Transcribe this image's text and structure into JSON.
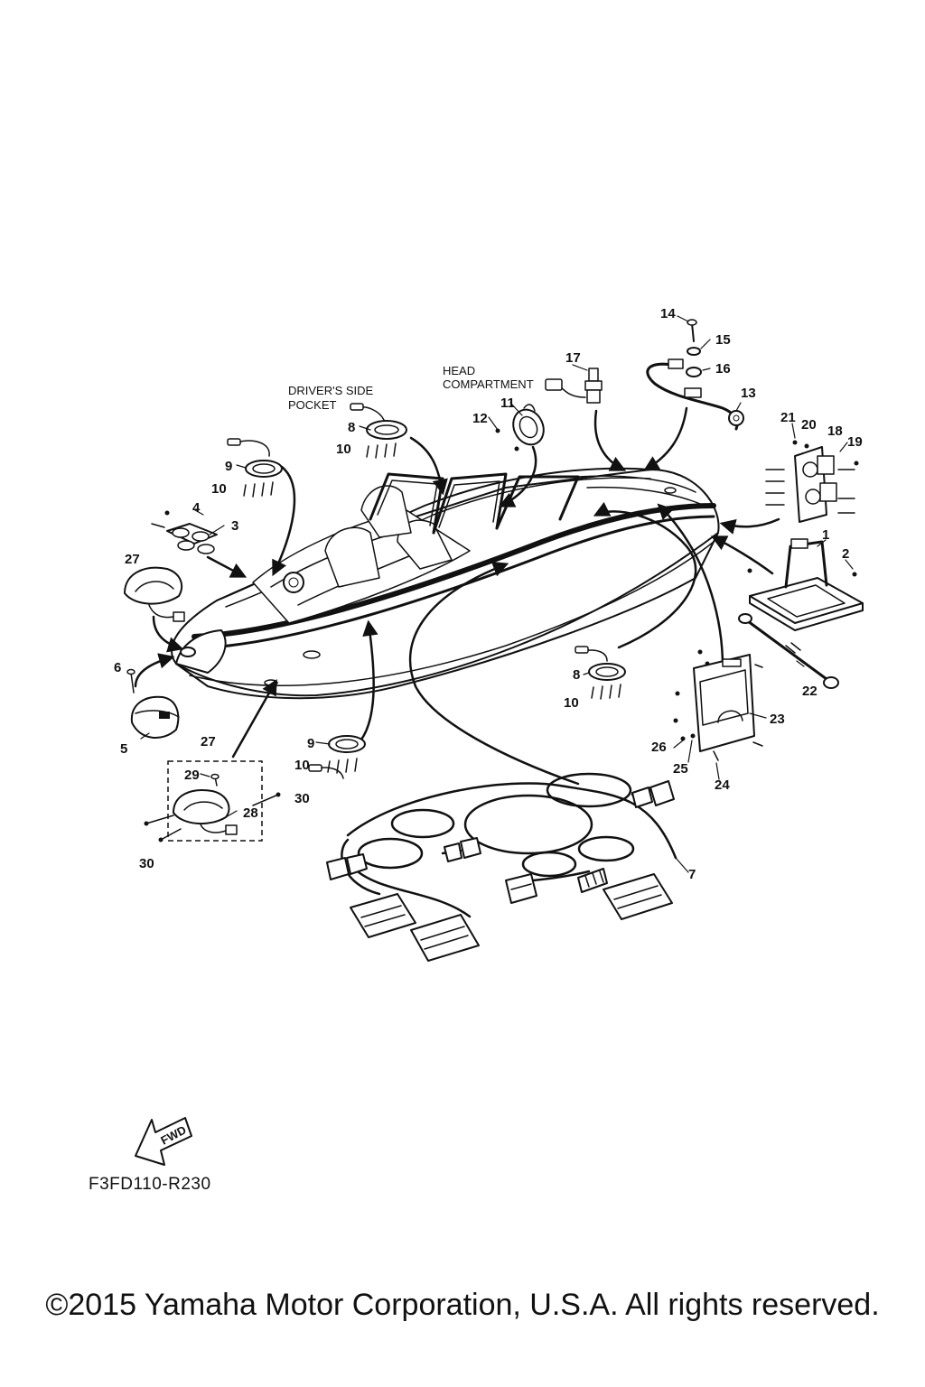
{
  "diagram": {
    "labels": {
      "p1": "1",
      "p2": "2",
      "p3": "3",
      "p4": "4",
      "p5": "5",
      "p6": "6",
      "p7": "7",
      "p8a": "8",
      "p8b": "8",
      "p9a": "9",
      "p9b": "9",
      "p10a": "10",
      "p10b": "10",
      "p10c": "10",
      "p11": "11",
      "p12": "12",
      "p13": "13",
      "p14": "14",
      "p15": "15",
      "p16": "16",
      "p17": "17",
      "p18": "18",
      "p19": "19",
      "p20": "20",
      "p21": "21",
      "p22": "22",
      "p23": "23",
      "p24": "24",
      "p25": "25",
      "p26": "26",
      "p27a": "27",
      "p27b": "27",
      "p28": "28",
      "p29": "29",
      "p30a": "30",
      "p30b": "30"
    },
    "areas": {
      "drivers_pocket_line1": "DRIVER'S SIDE",
      "drivers_pocket_line2": "POCKET",
      "head_line1": "HEAD",
      "head_line2": "COMPARTMENT"
    },
    "fwd_text": "FWD"
  },
  "footer": {
    "code": "F3FD110-R230",
    "copyright": "©2015 Yamaha Motor Corporation, U.S.A. All rights reserved."
  }
}
